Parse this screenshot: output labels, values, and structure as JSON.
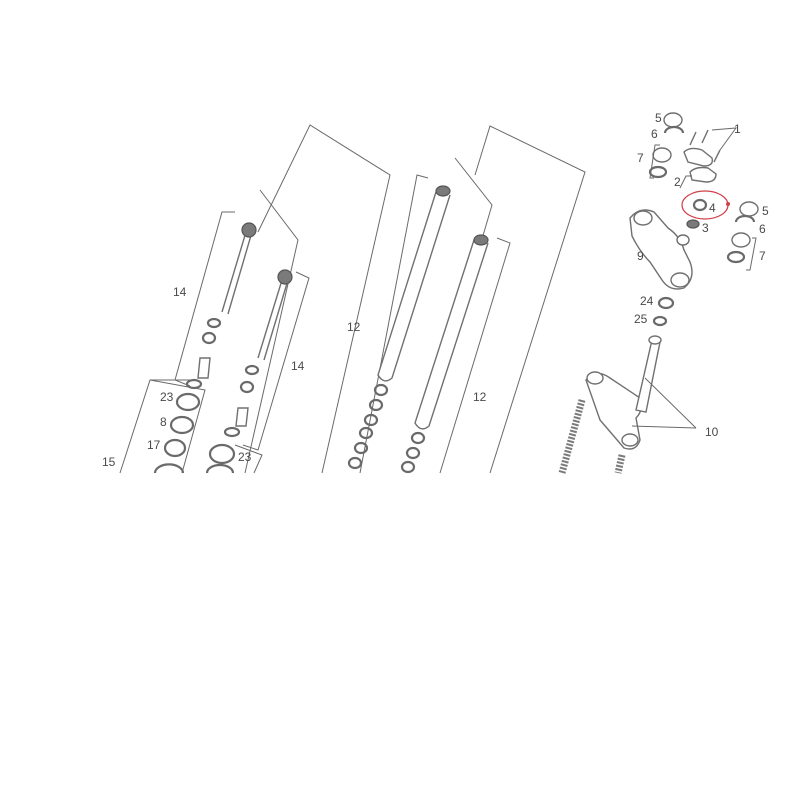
{
  "diagram": {
    "title": "Front fork exploded parts diagram",
    "highlight": {
      "part": "4",
      "color": "#d0404a"
    },
    "labels": [
      {
        "id": "5a",
        "text": "5"
      },
      {
        "id": "6a",
        "text": "6"
      },
      {
        "id": "7a",
        "text": "7"
      },
      {
        "id": "1",
        "text": "1"
      },
      {
        "id": "2",
        "text": "2"
      },
      {
        "id": "4",
        "text": "4"
      },
      {
        "id": "3",
        "text": "3"
      },
      {
        "id": "5b",
        "text": "5"
      },
      {
        "id": "6b",
        "text": "6"
      },
      {
        "id": "7b",
        "text": "7"
      },
      {
        "id": "9",
        "text": "9"
      },
      {
        "id": "24",
        "text": "24"
      },
      {
        "id": "25",
        "text": "25"
      },
      {
        "id": "10",
        "text": "10"
      },
      {
        "id": "14a",
        "text": "14"
      },
      {
        "id": "14b",
        "text": "14"
      },
      {
        "id": "12a",
        "text": "12"
      },
      {
        "id": "12b",
        "text": "12"
      },
      {
        "id": "23a",
        "text": "23"
      },
      {
        "id": "23b",
        "text": "23"
      },
      {
        "id": "8",
        "text": "8"
      },
      {
        "id": "17",
        "text": "17"
      },
      {
        "id": "15",
        "text": "15"
      }
    ]
  }
}
